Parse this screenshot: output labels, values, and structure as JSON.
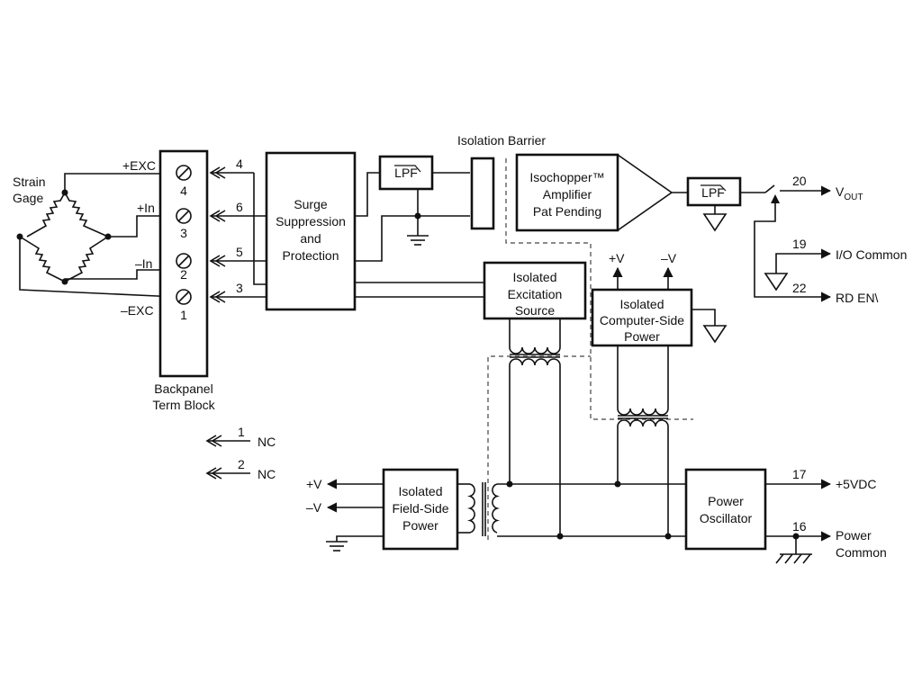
{
  "strain_gage": {
    "line1": "Strain",
    "line2": "Gage"
  },
  "bridge_labels": {
    "plus_exc": "+EXC",
    "plus_in": "+In",
    "minus_in": "–In",
    "minus_exc": "–EXC"
  },
  "term_block": {
    "label_line1": "Backpanel",
    "label_line2": "Term Block",
    "terminals": [
      "4",
      "3",
      "2",
      "1"
    ]
  },
  "connector_pins": [
    "4",
    "6",
    "5",
    "3"
  ],
  "surge_block": {
    "line1": "Surge",
    "line2": "Suppression",
    "line3": "and",
    "line4": "Protection"
  },
  "lpf_label": "LPF",
  "isolation_barrier": "Isolation Barrier",
  "amplifier": {
    "line1": "Isochopper™",
    "line2": "Amplifier",
    "line3": "Pat Pending"
  },
  "outputs": {
    "vout_pin": "20",
    "vout_main": "V",
    "vout_sub": "OUT",
    "io_common_pin": "19",
    "io_common": "I/O Common",
    "rd_en_pin": "22",
    "rd_en": "RD EN\\"
  },
  "excitation_block": {
    "line1": "Isolated",
    "line2": "Excitation",
    "line3": "Source"
  },
  "computer_power": {
    "line1": "Isolated",
    "line2": "Computer-Side",
    "line3": "Power",
    "plus_v": "+V",
    "minus_v": "–V"
  },
  "nc_pins": [
    {
      "pin": "1",
      "label": "NC"
    },
    {
      "pin": "2",
      "label": "NC"
    }
  ],
  "field_power": {
    "line1": "Isolated",
    "line2": "Field-Side",
    "line3": "Power",
    "plus_v": "+V",
    "minus_v": "–V"
  },
  "oscillator": {
    "line1": "Power",
    "line2": "Oscillator"
  },
  "supply": {
    "vdc_pin": "17",
    "vdc": "+5VDC",
    "common_pin": "16",
    "common_line1": "Power",
    "common_line2": "Common"
  }
}
